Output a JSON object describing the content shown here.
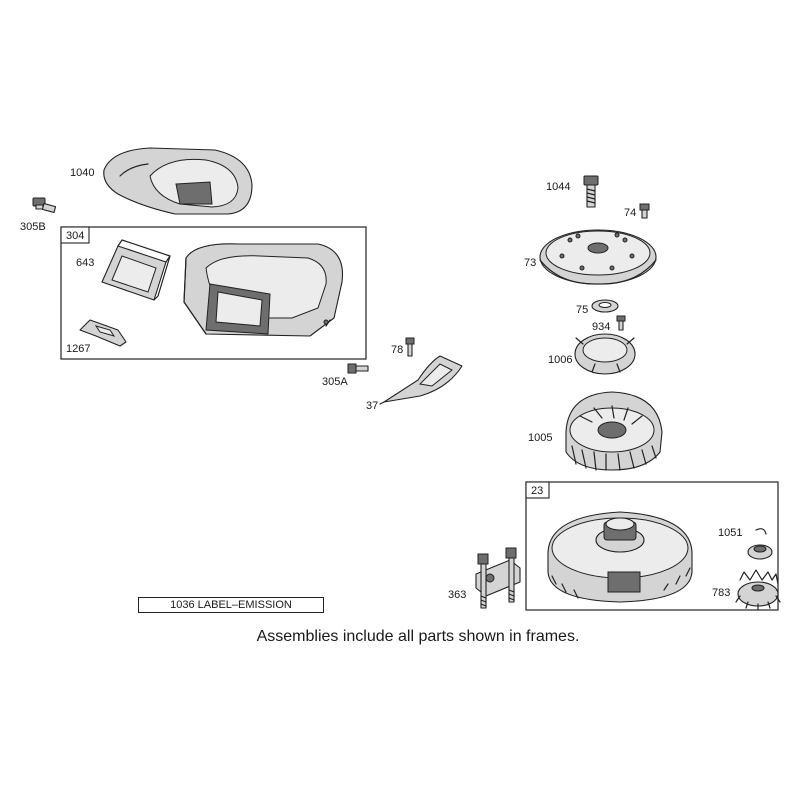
{
  "labels": {
    "p1040": "1040",
    "p305B": "305B",
    "p304": "304",
    "p643": "643",
    "p1267": "1267",
    "p78": "78",
    "p305A": "305A",
    "p37": "37",
    "p1044": "1044",
    "p74": "74",
    "p73": "73",
    "p75": "75",
    "p934": "934",
    "p1006": "1006",
    "p1005": "1005",
    "p23": "23",
    "p1051": "1051",
    "p783": "783",
    "p363": "363"
  },
  "emission_label": "1036 LABEL–EMISSION",
  "footer_note": "Assemblies include all parts shown in frames."
}
